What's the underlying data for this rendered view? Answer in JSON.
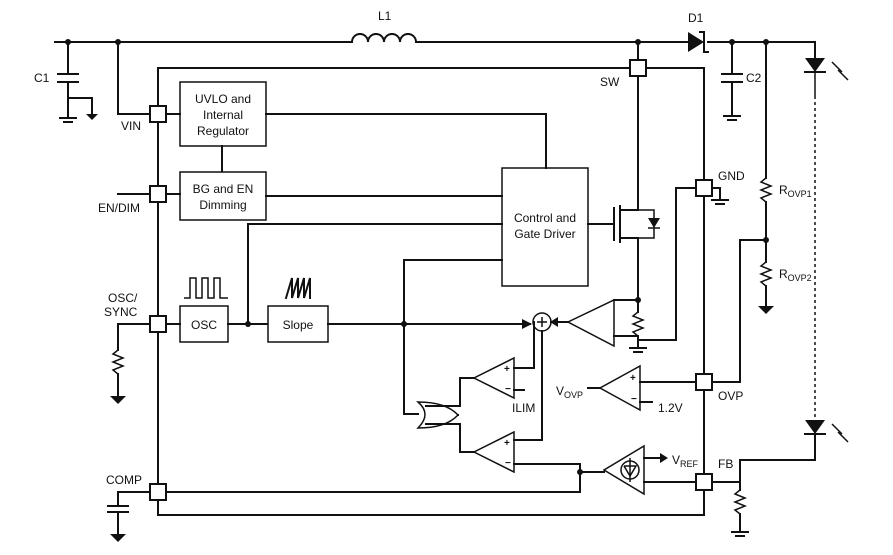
{
  "pins": {
    "vin": "VIN",
    "en_dim": "EN/DIM",
    "osc_line1": "OSC/",
    "osc_line2": "SYNC",
    "comp": "COMP",
    "sw": "SW",
    "gnd": "GND",
    "ovp": "OVP",
    "fb": "FB"
  },
  "components": {
    "l1": "L1",
    "d1": "D1",
    "c1": "C1",
    "c2": "C2",
    "rovp1": {
      "main": "R",
      "sub": "OVP1"
    },
    "rovp2": {
      "main": "R",
      "sub": "OVP2"
    }
  },
  "blocks": {
    "uvlo": [
      "UVLO and",
      "Internal",
      "Regulator"
    ],
    "bg_en": [
      "BG and EN",
      "Dimming"
    ],
    "control": [
      "Control and",
      "Gate Driver"
    ],
    "osc": "OSC",
    "slope": "Slope"
  },
  "signals": {
    "ilim": "ILIM",
    "vovp": {
      "main": "V",
      "sub": "OVP"
    },
    "v12": "1.2V",
    "vref": {
      "main": "V",
      "sub": "REF"
    }
  },
  "colors": {
    "line": "#111111",
    "background": "#ffffff"
  }
}
